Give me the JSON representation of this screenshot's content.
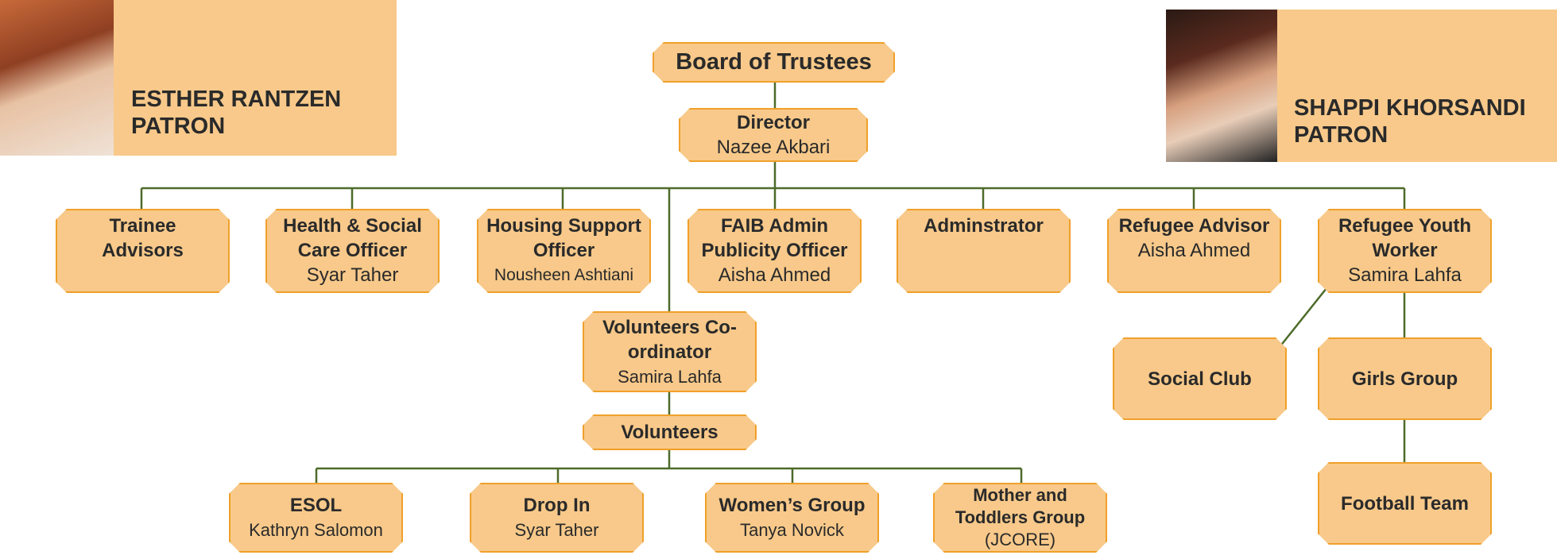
{
  "patrons": {
    "left": {
      "name": "ESTHER RANTZEN",
      "role": "PATRON"
    },
    "right": {
      "name": "SHAPPI KHORSANDI",
      "role": "PATRON"
    }
  },
  "board": {
    "title": "Board of Trustees"
  },
  "director": {
    "title": "Director",
    "name": "Nazee Akbari"
  },
  "staff": [
    {
      "title": "Trainee Advisors",
      "name": ""
    },
    {
      "title": "Health & Social Care Officer",
      "name": "Syar Taher"
    },
    {
      "title": "Housing Support Officer",
      "name": "Nousheen Ashtiani"
    },
    {
      "title": "FAIB Admin Publicity Officer",
      "name": "Aisha Ahmed"
    },
    {
      "title": "Adminstrator",
      "name": ""
    },
    {
      "title": "Refugee Advisor",
      "name": "Aisha Ahmed"
    },
    {
      "title": "Refugee Youth Worker",
      "name": "Samira Lahfa"
    }
  ],
  "volunteers_coordinator": {
    "title": "Volunteers Co-ordinator",
    "name": "Samira Lahfa"
  },
  "volunteers": {
    "title": "Volunteers"
  },
  "volunteer_groups": [
    {
      "title": "ESOL",
      "name": "Kathryn Salomon"
    },
    {
      "title": "Drop In",
      "name": "Syar Taher"
    },
    {
      "title": "Women’s Group",
      "name": "Tanya Novick"
    },
    {
      "title": "Mother and Toddlers Group",
      "name": "(JCORE)"
    }
  ],
  "youth_groups": {
    "social_club": "Social Club",
    "girls_group": "Girls Group",
    "football_team": "Football Team"
  },
  "colors": {
    "box_fill": "#f8c98a",
    "box_border": "#f0a02a",
    "connector": "#4d6b2a"
  }
}
